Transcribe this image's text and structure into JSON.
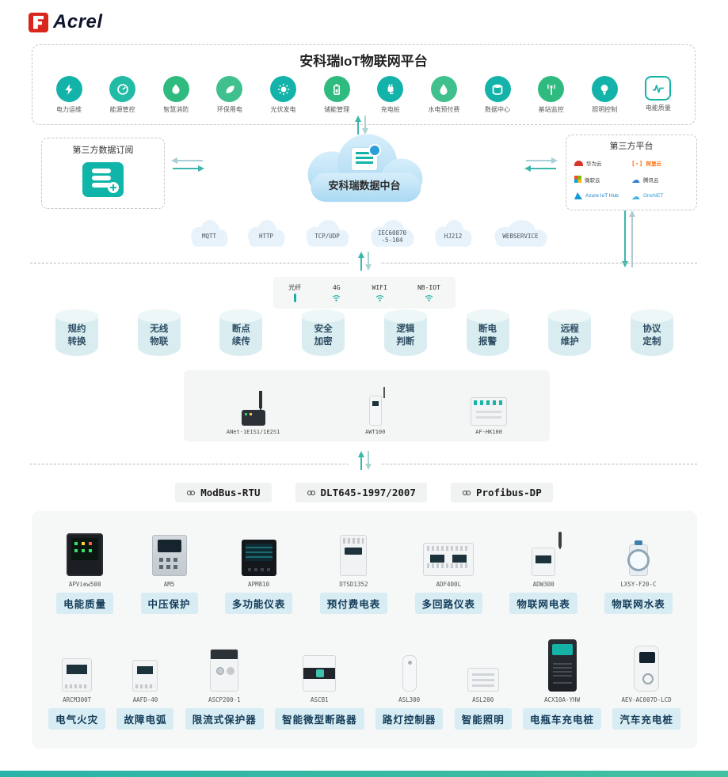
{
  "brand": {
    "name": "Acrel"
  },
  "colors": {
    "teal": "#14b3a9",
    "green": "#2fbb7f",
    "chip_bg": "#d8ecf3",
    "chip_text": "#143c59",
    "panel_bg": "#f6f7f7",
    "alibaba_orange": "#ff6a00",
    "huawei_red": "#d7352a",
    "footer_teal": "#2ab3a8"
  },
  "platform": {
    "title": "安科瑞IoT物联网平台",
    "apps": [
      {
        "label": "电力运维",
        "icon": "power-om-icon"
      },
      {
        "label": "能源管控",
        "icon": "energy-control-icon"
      },
      {
        "label": "智慧消防",
        "icon": "fire-safety-icon"
      },
      {
        "label": "环保用电",
        "icon": "eco-power-icon"
      },
      {
        "label": "光伏发电",
        "icon": "pv-generation-icon"
      },
      {
        "label": "储能管理",
        "icon": "energy-storage-icon"
      },
      {
        "label": "充电桩",
        "icon": "charging-pile-icon"
      },
      {
        "label": "水电预付费",
        "icon": "prepay-icon"
      },
      {
        "label": "数据中心",
        "icon": "datacenter-icon"
      },
      {
        "label": "基站监控",
        "icon": "basestation-icon"
      },
      {
        "label": "照明控制",
        "icon": "lighting-icon"
      },
      {
        "label": "电能质量",
        "icon": "power-quality-icon"
      }
    ]
  },
  "integration": {
    "left_box_title": "第三方数据订阅",
    "cloud_title": "安科瑞数据中台",
    "right_box_title": "第三方平台",
    "providers": [
      {
        "name": "华为云",
        "icon": "huawei-cloud-logo"
      },
      {
        "name": "阿里云",
        "mark": "[-]",
        "icon": "alibaba-cloud-logo"
      },
      {
        "name": "微软云",
        "icon": "microsoft-cloud-logo"
      },
      {
        "name": "腾讯云",
        "icon": "tencent-cloud-logo"
      },
      {
        "name": "Azure IoT Hub",
        "icon": "azure-iot-hub-logo"
      },
      {
        "name": "OneNET",
        "icon": "onenet-logo"
      }
    ],
    "protocol_clouds": [
      "MQTT",
      "HTTP",
      "TCP/UDP",
      "IEC60870\n-5-104",
      "HJ212",
      "WEBSERVICE"
    ]
  },
  "connectivity": [
    "光纤",
    "4G",
    "WIFI",
    "NB-IOT"
  ],
  "capabilities": [
    "规约转换",
    "无线物联",
    "断点续传",
    "安全加密",
    "逻辑判断",
    "断电报警",
    "远程维护",
    "协议定制"
  ],
  "gateways": [
    {
      "model": "ANet-1E1S1/1E2S1"
    },
    {
      "model": "AWT100"
    },
    {
      "model": "AF-HK100"
    }
  ],
  "bus_protocols": [
    "ModBus-RTU",
    "DLT645-1997/2007",
    "Profibus-DP"
  ],
  "devices": {
    "row1": [
      {
        "model": "APView500",
        "label": "电能质量"
      },
      {
        "model": "AM5",
        "label": "中压保护"
      },
      {
        "model": "APM810",
        "label": "多功能仪表"
      },
      {
        "model": "DTSD1352",
        "label": "预付费电表"
      },
      {
        "model": "ADF400L",
        "label": "多回路仪表"
      },
      {
        "model": "ADW300",
        "label": "物联网电表"
      },
      {
        "model": "LXSY-F20-C",
        "label": "物联网水表"
      }
    ],
    "row2": [
      {
        "model": "ARCM300T",
        "label": "电气火灾"
      },
      {
        "model": "AAFD-40",
        "label": "故障电弧"
      },
      {
        "model": "ASCP200-1",
        "label": "限流式保护器"
      },
      {
        "model": "ASCB1",
        "label": "智能微型断路器"
      },
      {
        "model": "ASL300",
        "label": "路灯控制器"
      },
      {
        "model": "ASL200",
        "label": "智能照明"
      },
      {
        "model": "ACX10A-YHW",
        "label": "电瓶车充电桩"
      },
      {
        "model": "AEV-AC007D-LCD",
        "label": "汽车充电桩"
      }
    ]
  }
}
